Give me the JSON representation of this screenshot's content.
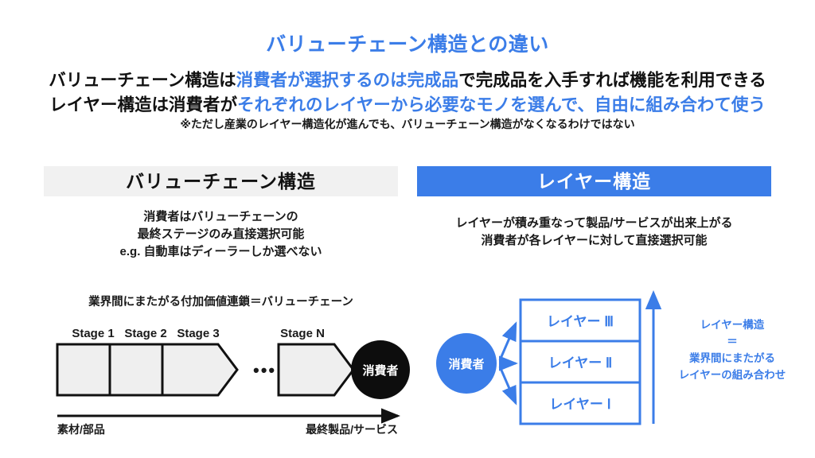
{
  "colors": {
    "accent_blue": "#3b7de8",
    "header_gray": "#f1f1f1",
    "chevron_fill": "#efefef",
    "text_black": "#1a1a1a",
    "circle_black": "#0d0d0d"
  },
  "title": "バリューチェーン構造との違い",
  "subtitle": {
    "line1": {
      "part1": "バリューチェーン構造は",
      "part2_accent": "消費者が選択するのは完成品",
      "part3": "で完成品を入手すれば機能を利用できる"
    },
    "line2": {
      "part1": "レイヤー構造は消費者が",
      "part2_accent": "それぞれのレイヤーから必要なモノを選んで、自由に組み合わて使う"
    },
    "note": "※ただし産業のレイヤー構造化が進んでも、バリューチェーン構造がなくなるわけではない"
  },
  "left_panel": {
    "header": "バリューチェーン構造",
    "description": [
      "消費者はバリューチェーンの",
      "最終ステージのみ直接選択可能",
      "e.g. 自動車はディーラーしか選べない"
    ],
    "diagram": {
      "caption": "業界間にまたがる付加価値連鎖＝バリューチェーン",
      "stages": [
        "Stage 1",
        "Stage 2",
        "Stage 3"
      ],
      "ellipsis": "•••",
      "final_stage": "Stage N",
      "consumer": "消費者",
      "axis_left": "素材/部品",
      "axis_right": "最終製品/サービス"
    }
  },
  "right_panel": {
    "header": "レイヤー構造",
    "description": [
      "レイヤーが積み重なって製品/サービスが出来上がる",
      "消費者が各レイヤーに対して直接選択可能"
    ],
    "diagram": {
      "consumer": "消費者",
      "layers": [
        "レイヤー Ⅲ",
        "レイヤー Ⅱ",
        "レイヤー Ⅰ"
      ],
      "caption": [
        "レイヤー構造",
        "＝",
        "業界間にまたがる",
        "レイヤーの組み合わせ"
      ]
    }
  }
}
